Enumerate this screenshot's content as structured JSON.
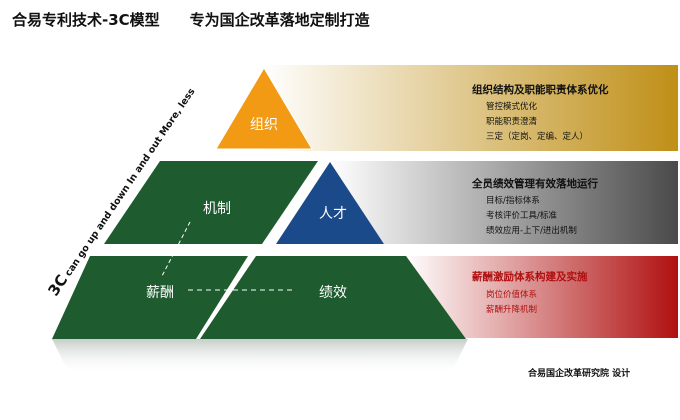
{
  "header": {
    "title": "合易专利技术-3C模型",
    "subtitle": "专为国企改革落地定制打造"
  },
  "pyramid": {
    "top": {
      "label": "组织"
    },
    "middle": {
      "left_label": "机制",
      "right_label": "人才"
    },
    "bottom": {
      "left_label": "薪酬",
      "right_label": "绩效"
    },
    "side_caption": {
      "big": "3C",
      "small": "can go up and down  In and out  More, less"
    }
  },
  "bands": [
    {
      "title": "组织结构及职能职责体系优化",
      "items": [
        "管控模式优化",
        "职能职责澄清",
        "三定（定岗、定编、定人）"
      ],
      "colors": {
        "from": "#ffffff",
        "to": "#bf8f17",
        "text": "#111111"
      }
    },
    {
      "title": "全员绩效管理有效落地运行",
      "items": [
        "目标/指标体系",
        "考核评价工具/标准",
        "绩效应用-上下/进出机制"
      ],
      "colors": {
        "from": "#ffffff",
        "to": "#4a4a4a",
        "text": "#111111"
      }
    },
    {
      "title": "薪酬激励体系构建及实施",
      "items": [
        "岗位价值体系",
        "薪酬升降机制"
      ],
      "colors": {
        "from": "#ffffff",
        "to": "#b01010",
        "text": "#b01010"
      }
    }
  ],
  "colors": {
    "orange": "#f39a14",
    "green": "#1e5b2e",
    "blue": "#1b4a8a"
  },
  "footer": {
    "credit": "合易国企改革研究院  设计"
  }
}
